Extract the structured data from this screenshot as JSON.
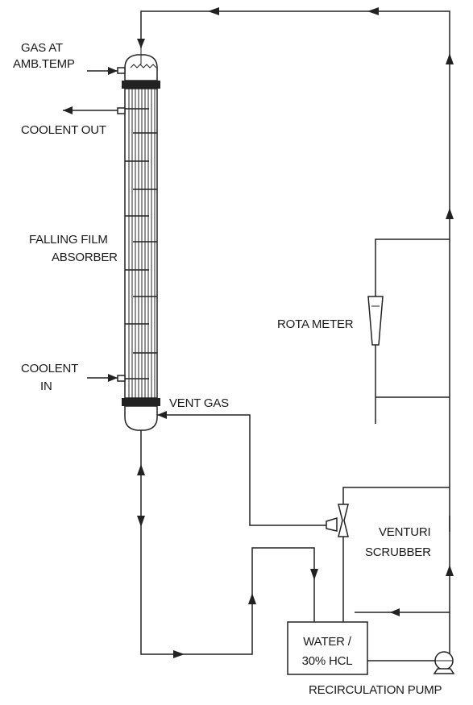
{
  "labels": {
    "gas_line1": "GAS AT",
    "gas_line2": "AMB.TEMP",
    "coolent_out": "COOLENT OUT",
    "falling_film_line1": "FALLING FILM",
    "falling_film_line2": "ABSORBER",
    "coolent_in_line1": "COOLENT",
    "coolent_in_line2": "IN",
    "vent_gas": "VENT GAS",
    "rota_meter": "ROTA METER",
    "venturi_line1": "VENTURI",
    "venturi_line2": "SCRUBBER",
    "tank_line1": "WATER /",
    "tank_line2": "30% HCL",
    "recirculation_pump": "RECIRCULATION PUMP"
  }
}
